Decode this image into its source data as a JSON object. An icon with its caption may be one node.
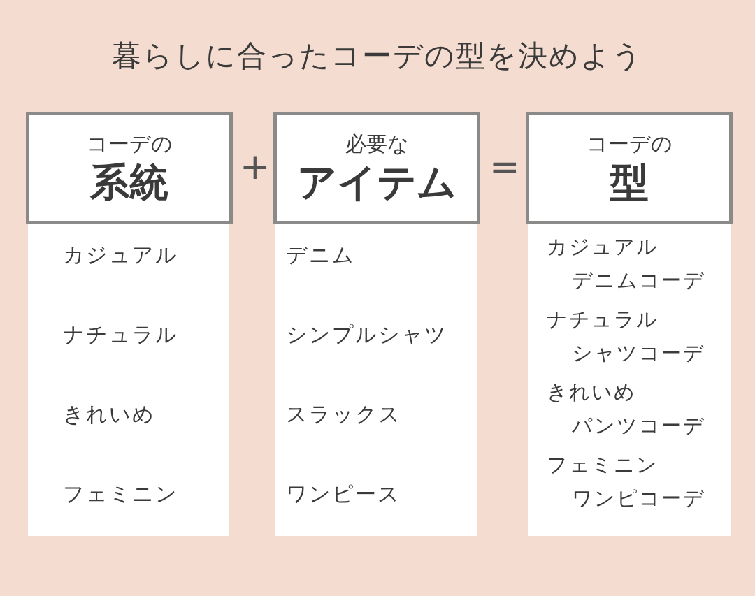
{
  "diagram": {
    "title": "暮らしに合ったコーデの型を決めよう",
    "nodes": [
      {
        "text": [
          "コーデの",
          "系統"
        ]
      },
      {
        "text": [
          "必要な",
          "アイテム"
        ]
      },
      {
        "text": [
          "コーデの",
          "型"
        ]
      },
      {
        "text": [
          "カジュアル",
          "ナチュラル",
          "きれいめ",
          "フェミニン"
        ]
      },
      {
        "text": [
          "デニム",
          "シンプルシャツ",
          "スラックス",
          "ワンピース"
        ]
      },
      {
        "text": [
          "カジュアル",
          "デニムコーデ",
          "ナチュラル",
          "シャツコーデ",
          "きれいめ",
          "パンツコーデ",
          "フェミニン",
          "ワンピコーデ"
        ]
      }
    ],
    "labels": [
      "+",
      "="
    ]
  }
}
